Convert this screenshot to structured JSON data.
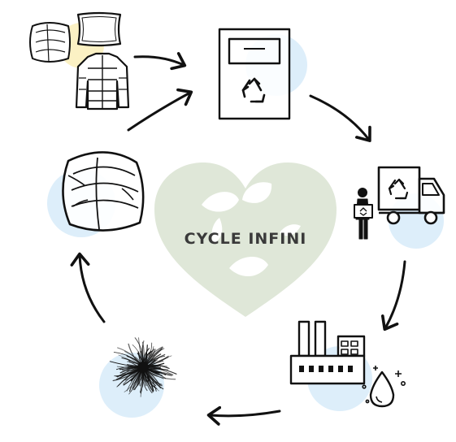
{
  "center": {
    "title": "CYCLE INFINI"
  },
  "colors": {
    "heart_fill": "#dfe7d8",
    "leaf_fill": "#ffffff",
    "blob_blue": "#ddeefa",
    "blob_yellow": "#fbf1c4",
    "ink": "#111111",
    "title_text": "#3a3a3a"
  },
  "stages": [
    {
      "key": "used-textiles",
      "icons": [
        "duvet-icon",
        "pillow-icon",
        "puffer-jacket-icon"
      ]
    },
    {
      "key": "collection-bin",
      "icons": [
        "collection-bin-icon",
        "recycle-icon"
      ]
    },
    {
      "key": "transport",
      "icons": [
        "person-carrying-box-icon",
        "truck-icon",
        "recycle-icon"
      ]
    },
    {
      "key": "factory",
      "icons": [
        "factory-icon",
        "water-drop-icon"
      ]
    },
    {
      "key": "fiber",
      "icons": [
        "fiber-tuft-icon"
      ]
    },
    {
      "key": "new-duvet",
      "icons": [
        "folded-duvet-icon"
      ]
    }
  ]
}
